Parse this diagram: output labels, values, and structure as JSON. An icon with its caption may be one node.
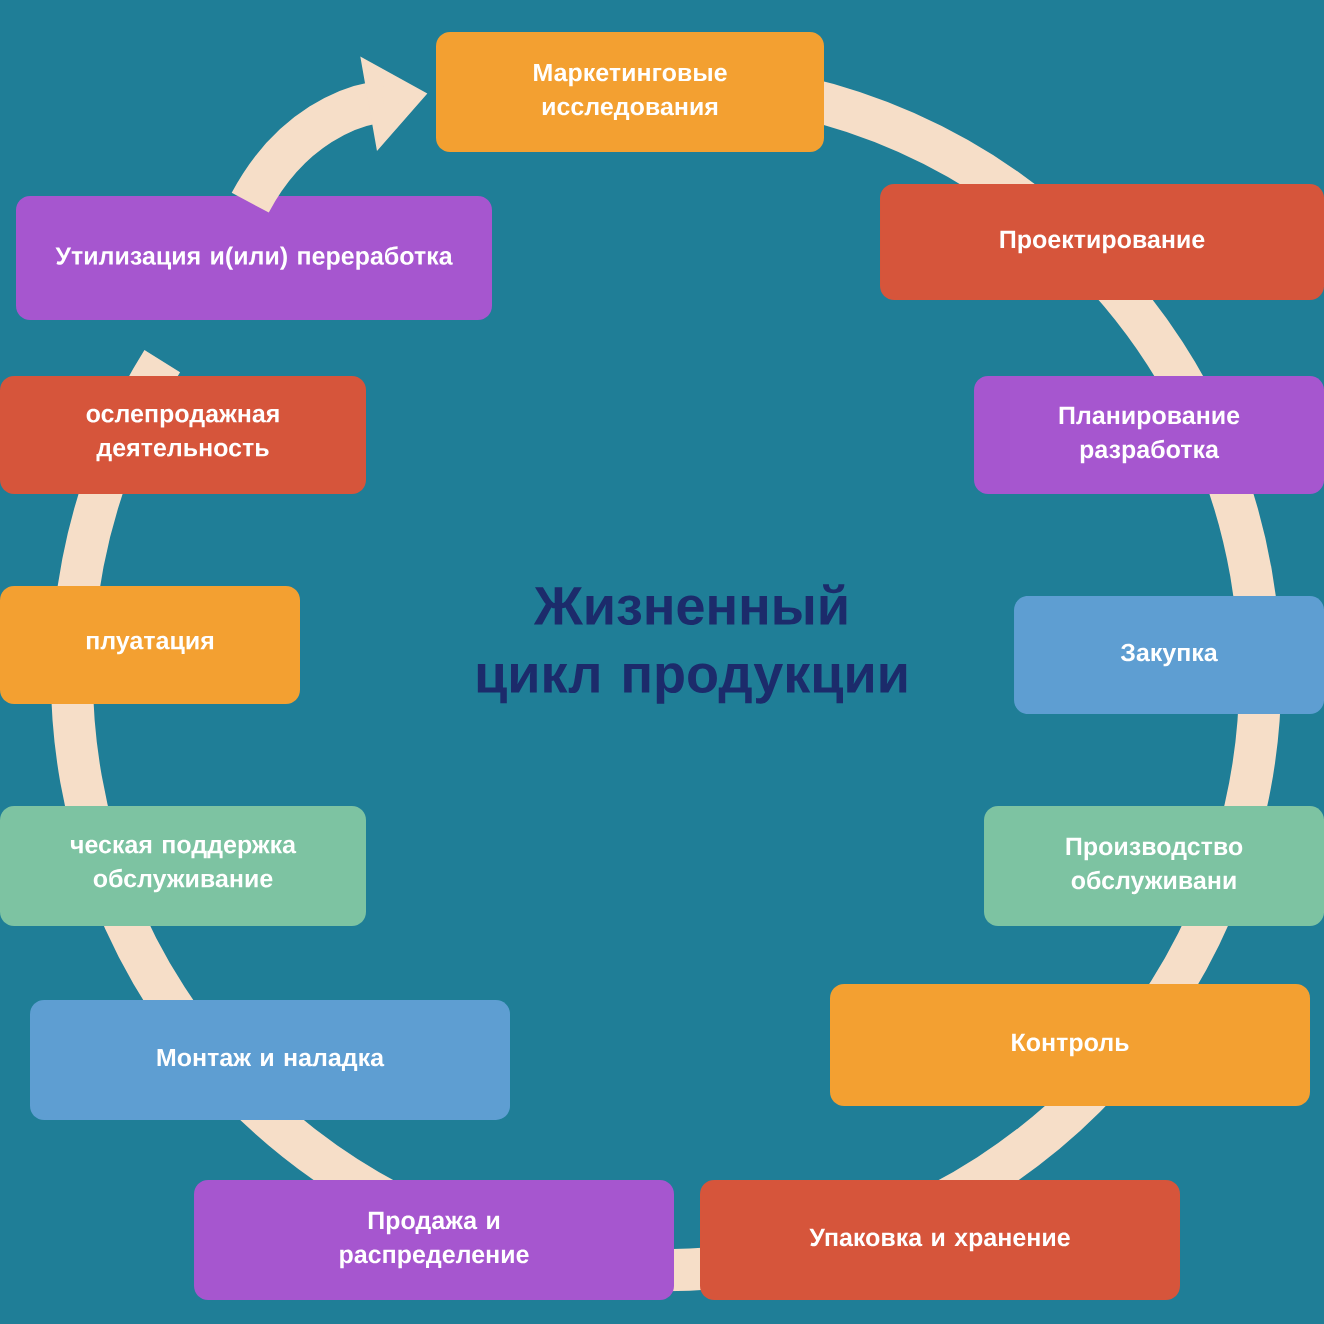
{
  "diagram": {
    "title": "Жизненный цикл продукции",
    "nodes": [
      {
        "text": [
          "Маркетинговые исследования"
        ]
      },
      {
        "text": [
          "Проектирование"
        ]
      },
      {
        "text": [
          "Планирование разработка"
        ]
      },
      {
        "text": [
          "Закупка"
        ]
      },
      {
        "text": [
          "Производство обслуживани"
        ]
      },
      {
        "text": [
          "Контроль"
        ]
      },
      {
        "text": [
          "Упаковка и хранение"
        ]
      },
      {
        "text": [
          "Продажа и распределение"
        ]
      },
      {
        "text": [
          "Монтаж и наладка"
        ]
      },
      {
        "text": [
          "ческая поддержка обслуживание"
        ]
      },
      {
        "text": [
          "плуатация"
        ]
      },
      {
        "text": [
          "ослепродажная деятельность"
        ]
      },
      {
        "text": [
          "Утилизация и(или) переработка"
        ]
      }
    ],
    "edges": [
      {
        "from": 12,
        "to": 0,
        "arrow": "to"
      }
    ]
  }
}
